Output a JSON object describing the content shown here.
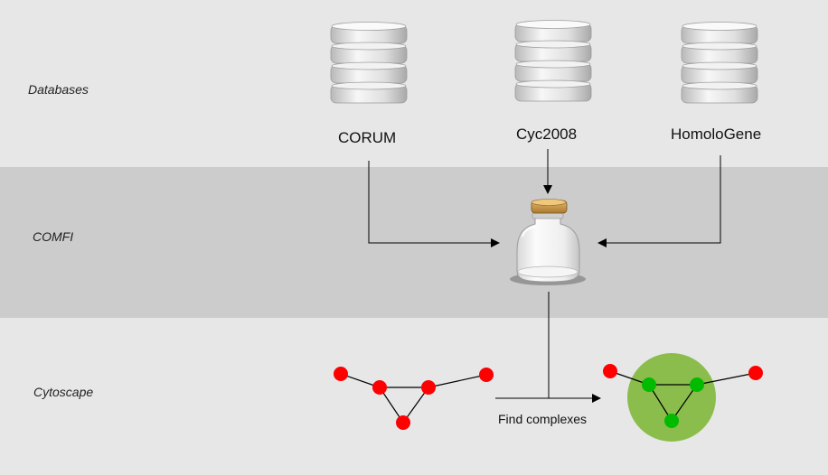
{
  "layers": {
    "databases": "Databases",
    "comfi": "COMFI",
    "cytoscape": "Cytoscape"
  },
  "databases": [
    {
      "name": "CORUM",
      "icon": "database-icon"
    },
    {
      "name": "Cyc2008",
      "icon": "database-icon"
    },
    {
      "name": "HomoloGene",
      "icon": "database-icon"
    }
  ],
  "comfi_icon": "jar-icon",
  "action_label": "Find complexes",
  "colors": {
    "node_default": "#ff0000",
    "node_complex": "#00bb00",
    "complex_highlight": "#8bbd4d",
    "edge": "#000000"
  }
}
